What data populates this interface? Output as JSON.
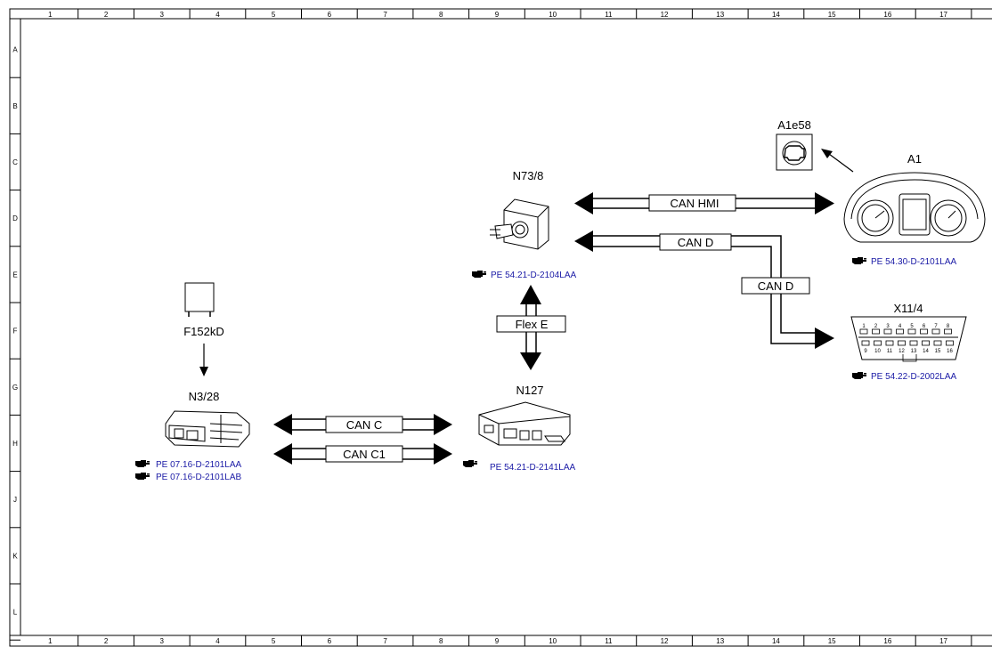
{
  "frame": {
    "columns": [
      "1",
      "2",
      "3",
      "4",
      "5",
      "6",
      "7",
      "8",
      "9",
      "10",
      "11",
      "12",
      "13",
      "14",
      "15",
      "16",
      "17"
    ],
    "rows": [
      "A",
      "B",
      "C",
      "D",
      "E",
      "F",
      "G",
      "H",
      "J",
      "K",
      "L"
    ]
  },
  "components": {
    "n3_28": {
      "label": "N3/28",
      "refs": [
        "PE 07.16-D-2101LAA",
        "PE 07.16-D-2101LAB"
      ]
    },
    "f152kd": {
      "label": "F152kD"
    },
    "n127": {
      "label": "N127",
      "refs": [
        "PE 54.21-D-2141LAA"
      ]
    },
    "n73_8": {
      "label": "N73/8",
      "refs": [
        "PE 54.21-D-2104LAA"
      ]
    },
    "a1e58": {
      "label": "A1e58"
    },
    "a1": {
      "label": "A1",
      "refs": [
        "PE 54.30-D-2101LAA"
      ]
    },
    "x11_4": {
      "label": "X11/4",
      "refs": [
        "PE 54.22-D-2002LAA"
      ],
      "pins_top": [
        "1",
        "2",
        "3",
        "4",
        "5",
        "6",
        "7",
        "8"
      ],
      "pins_bottom": [
        "9",
        "10",
        "11",
        "12",
        "13",
        "14",
        "15",
        "16"
      ]
    }
  },
  "buses": {
    "can_c": "CAN C",
    "can_c1": "CAN C1",
    "flex_e": "Flex E",
    "can_hmi": "CAN HMI",
    "can_d_upper": "CAN D",
    "can_d_lower": "CAN D"
  },
  "colors": {
    "reference_text": "#1a1aa6",
    "line": "#000000"
  }
}
